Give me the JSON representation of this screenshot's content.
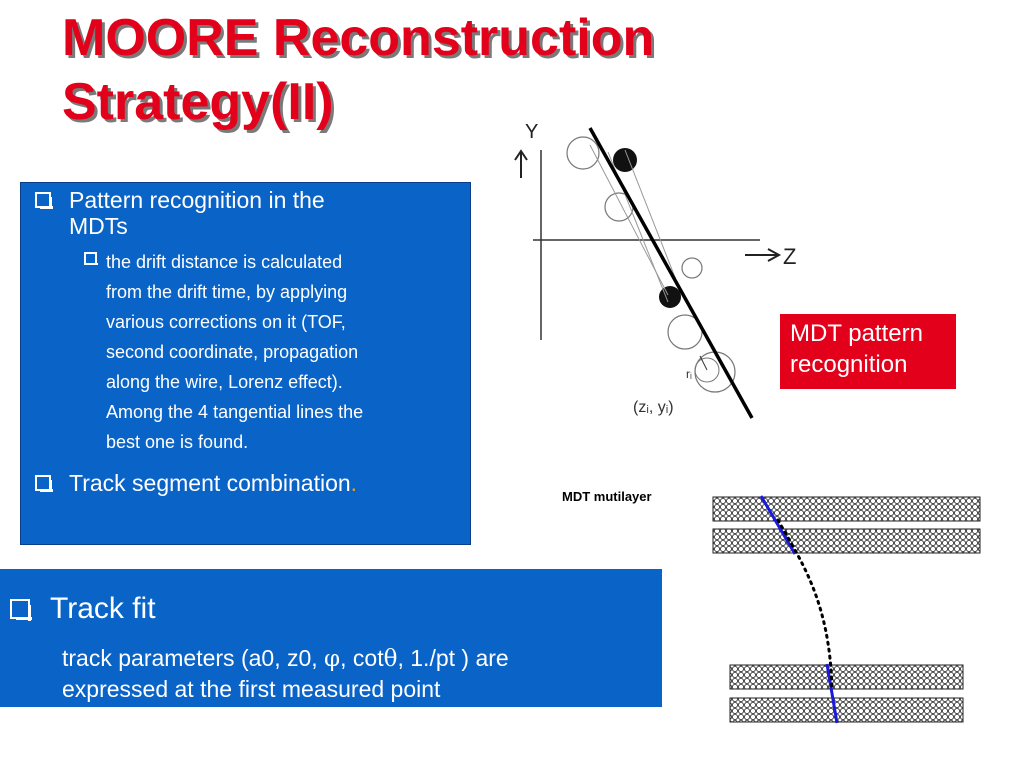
{
  "slide": {
    "title_line1": "MOORE Reconstruction",
    "title_line2": "Strategy(II)"
  },
  "pattern_box": {
    "bullet1": "Pattern recognition in the",
    "bullet1_cont": "MDTs",
    "sub_lines": [
      "the drift distance is calculated",
      "from the drift time, by applying",
      "various corrections on it (TOF,",
      "second coordinate, propagation",
      "along the wire, Lorenz effect).",
      "Among the 4 tangential lines the",
      "best one is found."
    ],
    "bullet2": "Track segment combination",
    "bullet2_suffix": "."
  },
  "trackfit_box": {
    "heading": "Track fit",
    "line1_prefix": "track parameters (a0, z0, ",
    "phi": "φ",
    "line1_mid": ", cot",
    "theta": "θ",
    "line1_suffix": ", 1./pt ) are",
    "line2": "expressed at the first measured point"
  },
  "diagram": {
    "y_axis_label": "Y",
    "z_axis_label": "Z",
    "point_label": "(zᵢ, yᵢ)",
    "radius_label": "rᵢ",
    "red_box_line1": "MDT pattern",
    "red_box_line2": "recognition",
    "multilayer_label": "MDT mutilayer"
  },
  "colors": {
    "title_red": "#e3001b",
    "box_blue": "#0a63c7",
    "track_blue": "#1a1adb"
  }
}
